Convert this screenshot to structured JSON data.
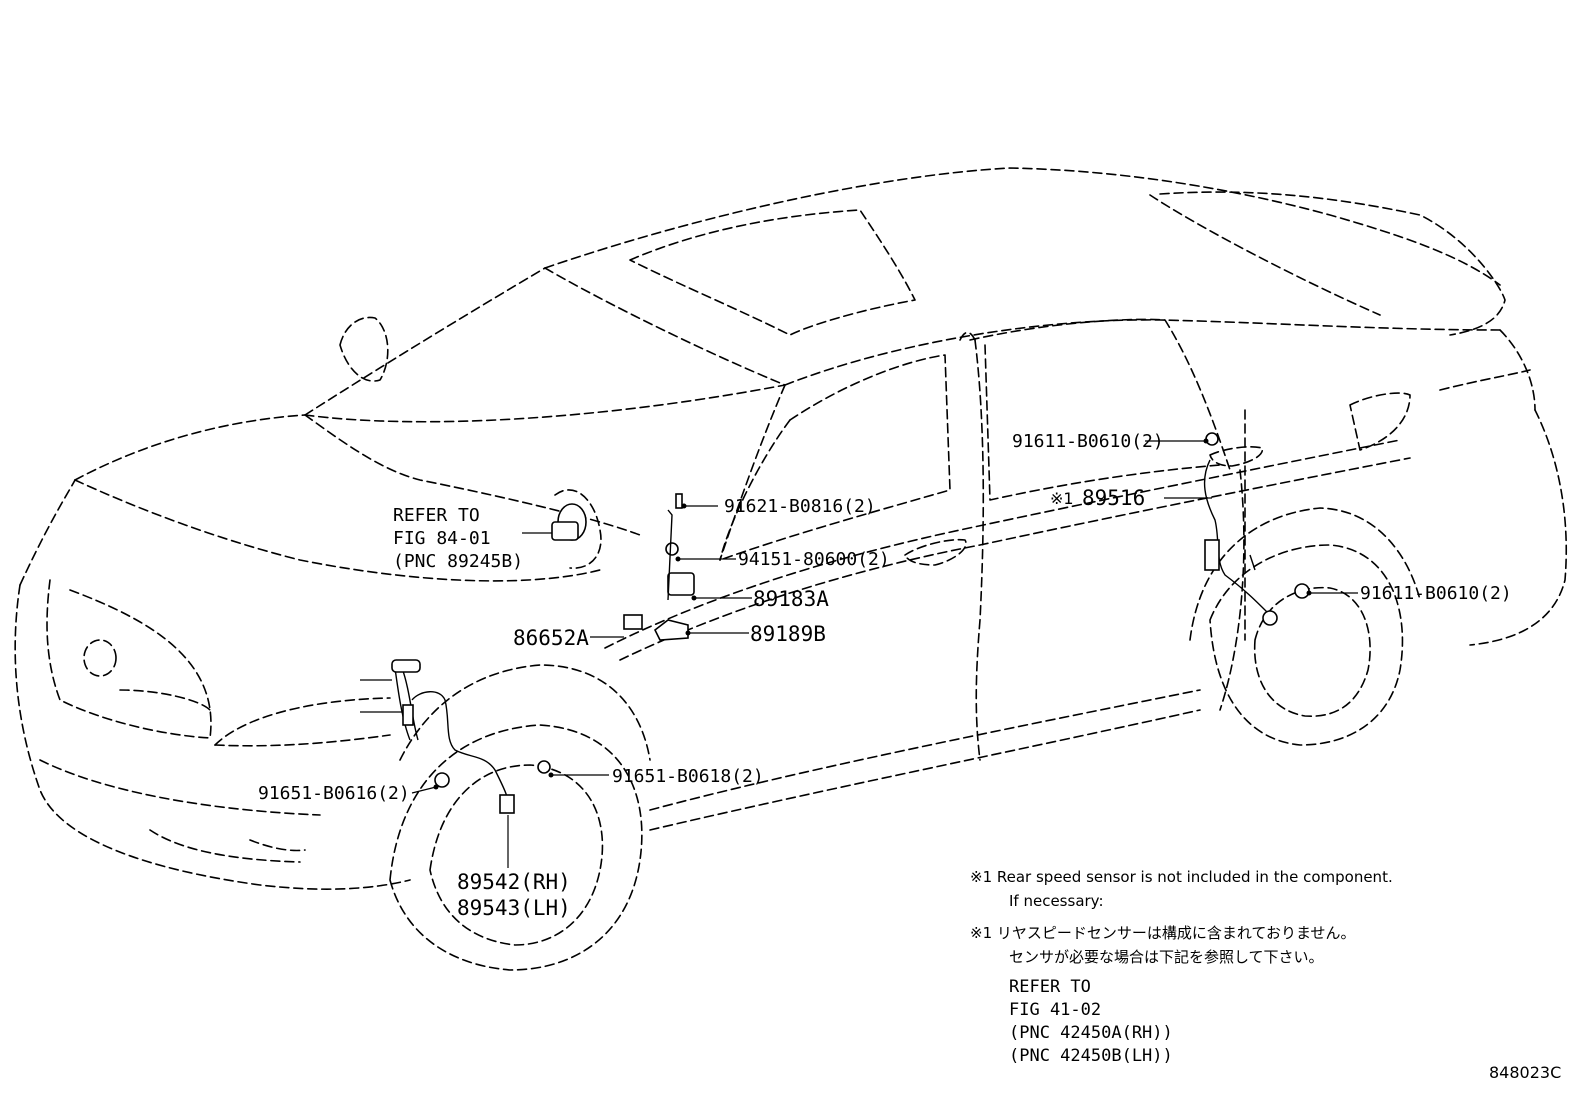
{
  "labels": {
    "refer_front": [
      "REFER TO",
      "FIG 84-01",
      "(PNC 89245B)"
    ],
    "p_91611_top": "91611-B0610(2)",
    "p_89516_mark": "※1",
    "p_89516": "89516",
    "p_91621": "91621-B0816(2)",
    "p_94151": "94151-80600(2)",
    "p_89183A": "89183A",
    "p_86652A": "86652A",
    "p_89189B": "89189B",
    "p_91611_right": "91611-B0610(2)",
    "p_91651_0618": "91651-B0618(2)",
    "p_91651_0616": "91651-B0616(2)",
    "p_89542": "89542(RH)",
    "p_89543": "89543(LH)"
  },
  "notes": {
    "en_line1": "※1 Rear speed sensor is not included in the component.",
    "en_line2": "If necessary:",
    "jp_line1": "※1 リヤスピードセンサーは構成に含まれておりません。",
    "jp_line2": "センサが必要な場合は下記を参照して下さい。",
    "refer_rear": [
      "REFER TO",
      "FIG 41-02",
      "(PNC 42450A(RH))",
      "(PNC 42450B(LH))"
    ]
  },
  "figure_code": "848023C"
}
